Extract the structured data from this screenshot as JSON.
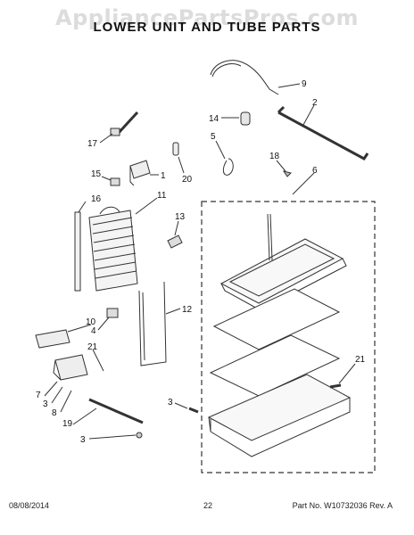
{
  "watermark": "AppliancePartsPros.com",
  "title": "LOWER UNIT AND TUBE PARTS",
  "callouts": [
    "9",
    "2",
    "14",
    "5",
    "18",
    "6",
    "17",
    "15",
    "1",
    "20",
    "16",
    "11",
    "13",
    "10",
    "4",
    "12",
    "21",
    "7",
    "3",
    "8",
    "19",
    "3",
    "3",
    "21"
  ],
  "footer": {
    "date": "08/08/2014",
    "page": "22",
    "part": "Part No. W10732036 Rev. A"
  }
}
